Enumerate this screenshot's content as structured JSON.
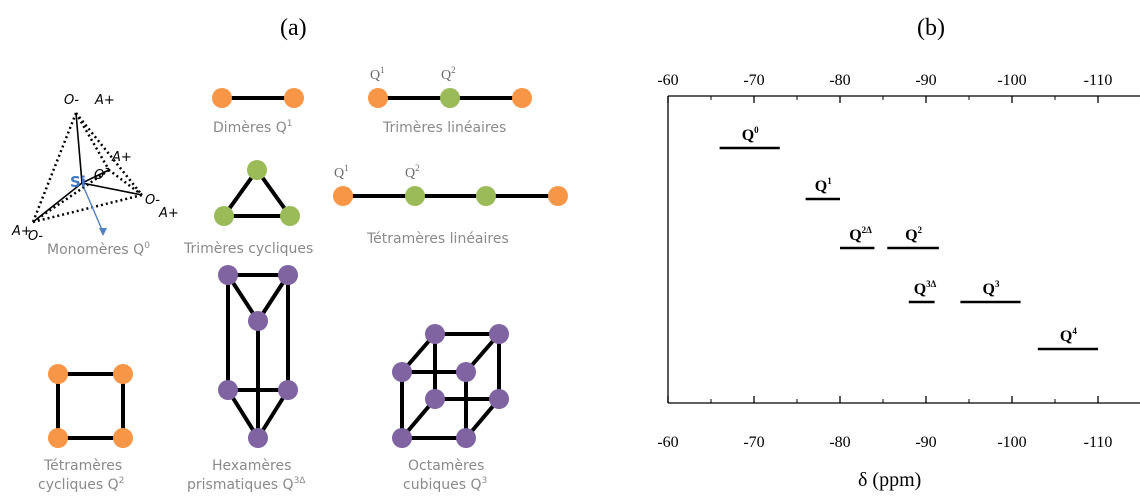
{
  "panel_a": {
    "title": "(a)",
    "tetrahedron": {
      "center_label": "Si",
      "oxygen_label": "O-",
      "cation_label": "A+",
      "oxygen_inner": "O",
      "oxygen_inner_sup": "-"
    },
    "structures": [
      {
        "name": "Monomères",
        "q": "Q",
        "q_sup": "0"
      },
      {
        "name": "Dimères",
        "q": "Q",
        "q_sup": "1"
      },
      {
        "name": "Trimères linéaires"
      },
      {
        "name": "Trimères cycliques"
      },
      {
        "name": "Tétramères linéaires"
      },
      {
        "name_line1": "Tétramères",
        "name_line2": "cycliques",
        "q": "Q",
        "q_sup": "2"
      },
      {
        "name_line1": "Hexamères",
        "name_line2": "prismatiques",
        "q": "Q",
        "q_sup": "3Δ"
      },
      {
        "name_line1": "Octamères",
        "name_line2": "cubiques",
        "q": "Q",
        "q_sup": "3"
      }
    ],
    "chain_labels": {
      "q1": "Q",
      "q1_sup": "1",
      "q2": "Q",
      "q2_sup": "2"
    },
    "colors": {
      "q1": "#f79646",
      "q2": "#9bbb59",
      "q3": "#8064a2",
      "si_arrow": "#4f81bd"
    }
  },
  "panel_b": {
    "title": "(b)",
    "chart_data": {
      "type": "range-bars",
      "x_axis_label": "δ (ppm)",
      "x_ticks": [
        -60,
        -70,
        -80,
        -90,
        -100,
        -110
      ],
      "x_range": [
        -60,
        -113
      ],
      "rows": [
        {
          "label": "Q",
          "sup": "0",
          "range": [
            -66,
            -73
          ]
        },
        {
          "label": "Q",
          "sup": "1",
          "range": [
            -76,
            -80
          ]
        },
        {
          "label": "Q",
          "sup": "2Δ",
          "range": [
            -80,
            -84
          ]
        },
        {
          "label": "Q",
          "sup": "2",
          "range": [
            -85.5,
            -91.5
          ]
        },
        {
          "label": "Q",
          "sup": "3Δ",
          "range": [
            -88,
            -91
          ]
        },
        {
          "label": "Q",
          "sup": "3",
          "range": [
            -94,
            -101
          ]
        },
        {
          "label": "Q",
          "sup": "4",
          "range": [
            -103,
            -110
          ]
        }
      ]
    }
  }
}
